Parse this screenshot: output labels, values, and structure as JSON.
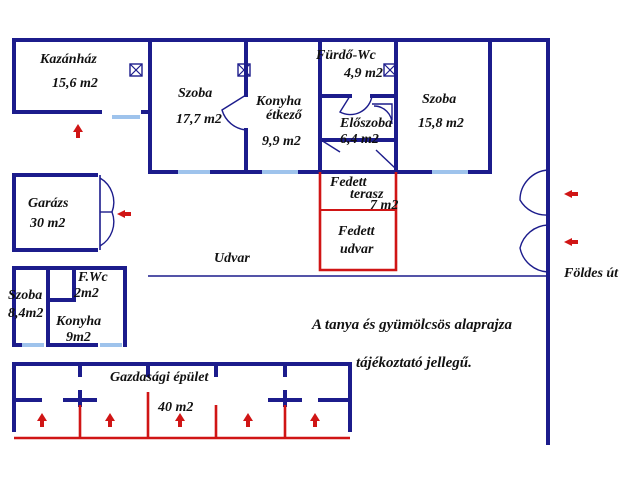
{
  "rooms": {
    "kazanhaz": {
      "name": "Kazánház",
      "area": "15,6 m2"
    },
    "szoba1": {
      "name": "Szoba",
      "area": "17,7 m2"
    },
    "konyha_etkezo": {
      "name": "Konyha",
      "name2": "étkező",
      "area": "9,9 m2"
    },
    "furdo": {
      "name": "Fürdő-Wc",
      "area": "4,9 m2"
    },
    "eloszoba": {
      "name": "Előszoba",
      "area": "6,4 m2"
    },
    "szoba2": {
      "name": "Szoba",
      "area": "15,8 m2"
    },
    "fedett_terasz": {
      "name": "Fedett",
      "name2": "terasz",
      "area": "7 m2"
    },
    "fedett_udvar": {
      "name": "Fedett",
      "name2": "udvar"
    },
    "garazs": {
      "name": "Garázs",
      "area": "30 m2"
    },
    "udvar": {
      "name": "Udvar"
    },
    "foldes_ut": {
      "name": "Földes út"
    },
    "szoba3": {
      "name": "Szoba",
      "area": "8,4m2"
    },
    "fwc": {
      "name": "F.Wc",
      "area": "2m2"
    },
    "konyha2": {
      "name": "Konyha",
      "area": "9m2"
    },
    "gazdasagi": {
      "name": "Gazdasági épület",
      "area": "40 m2"
    }
  },
  "notes": {
    "line1": "A tanya és gyümölcsös alaprajza",
    "line2": "tájékoztató jellegű."
  },
  "colors": {
    "wall": "#1c1c8c",
    "window": "#9ec3ec",
    "entrance_arrow": "#d01515"
  }
}
